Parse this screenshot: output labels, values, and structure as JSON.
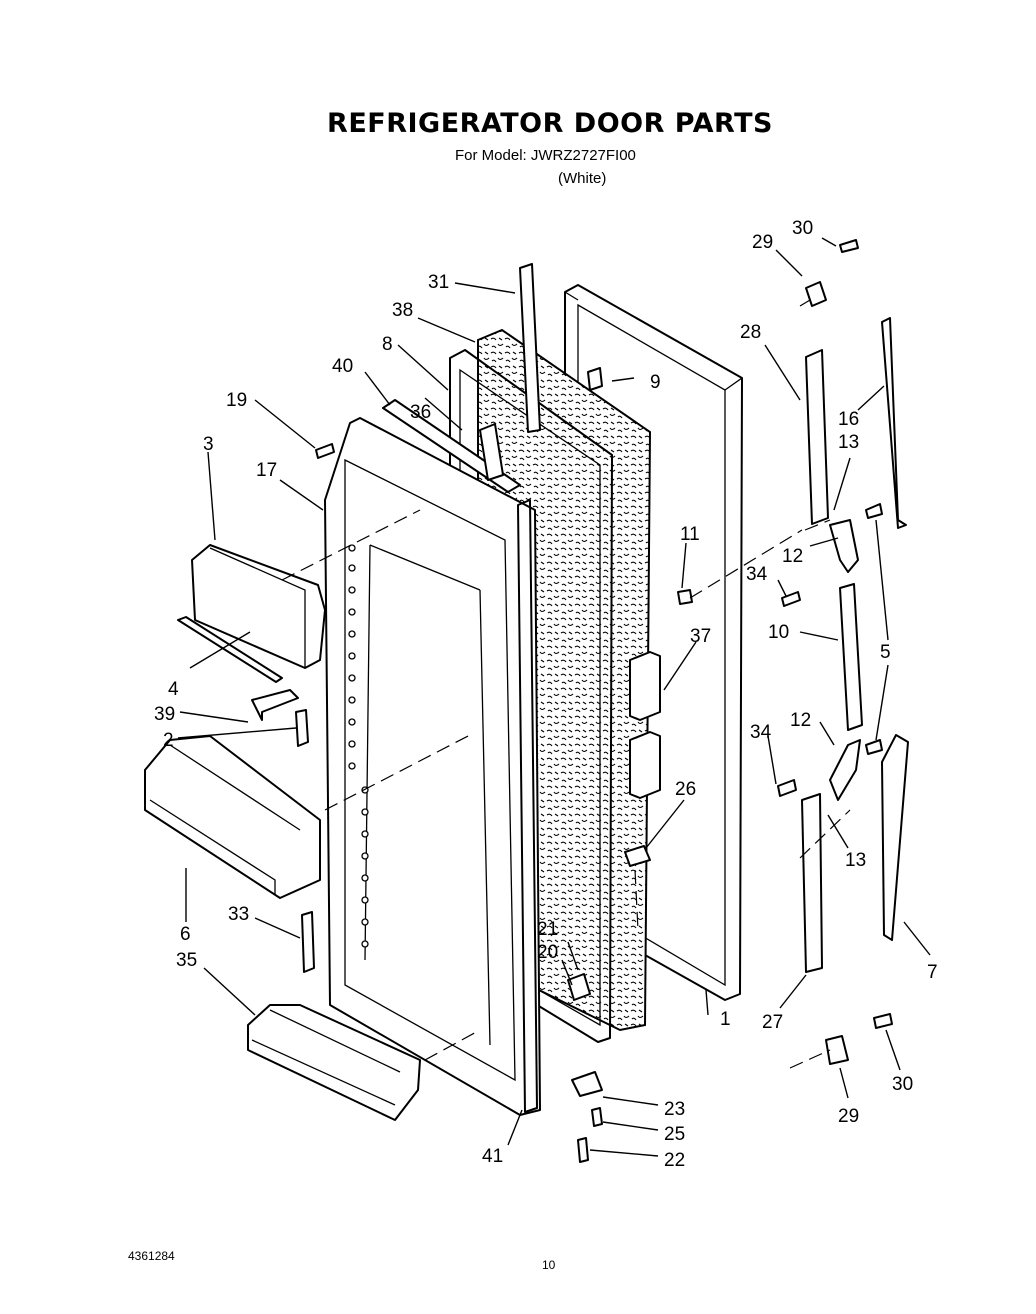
{
  "title": "REFRIGERATOR DOOR PARTS",
  "model_line": "For Model: JWRZ2727FI00",
  "color_line": "(White)",
  "doc_number": "4361284",
  "page_number": "10",
  "callouts": {
    "p1": "1",
    "p2": "2",
    "p3": "3",
    "p4": "4",
    "p5": "5",
    "p6": "6",
    "p7": "7",
    "p8": "8",
    "p9": "9",
    "p10": "10",
    "p11": "11",
    "p12a": "12",
    "p12b": "12",
    "p13a": "13",
    "p13b": "13",
    "p16": "16",
    "p17": "17",
    "p19": "19",
    "p20": "20",
    "p21": "21",
    "p22": "22",
    "p23": "23",
    "p25": "25",
    "p26": "26",
    "p27": "27",
    "p28": "28",
    "p29a": "29",
    "p29b": "29",
    "p30a": "30",
    "p30b": "30",
    "p31": "31",
    "p33": "33",
    "p34a": "34",
    "p34b": "34",
    "p35": "35",
    "p36": "36",
    "p37": "37",
    "p38": "38",
    "p39": "39",
    "p40": "40",
    "p41": "41"
  }
}
